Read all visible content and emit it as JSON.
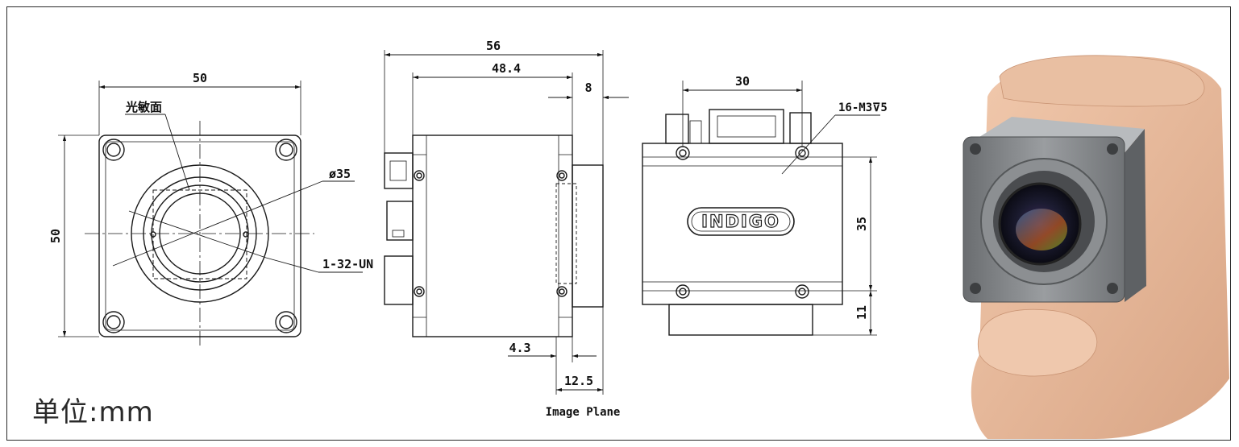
{
  "units_label": "单位:mm",
  "front_view": {
    "width_dim": "50",
    "height_dim": "50",
    "sensor_label": "光敏面",
    "diameter_dim": "ø35",
    "thread_label": "1-32-UN"
  },
  "side_view": {
    "overall_length": "56",
    "body_length": "48.4",
    "mount_length": "8",
    "dim_4_3": "4.3",
    "dim_12_5": "12.5",
    "image_plane_label": "Image Plane"
  },
  "top_view": {
    "hole_spacing": "30",
    "hole_spec": "16-M3⊽5",
    "logo": "INDIGO",
    "height_dim": "35",
    "lens_offset": "11"
  },
  "colors": {
    "line": "#1a1a1a",
    "frame": "#2a2a2a"
  }
}
